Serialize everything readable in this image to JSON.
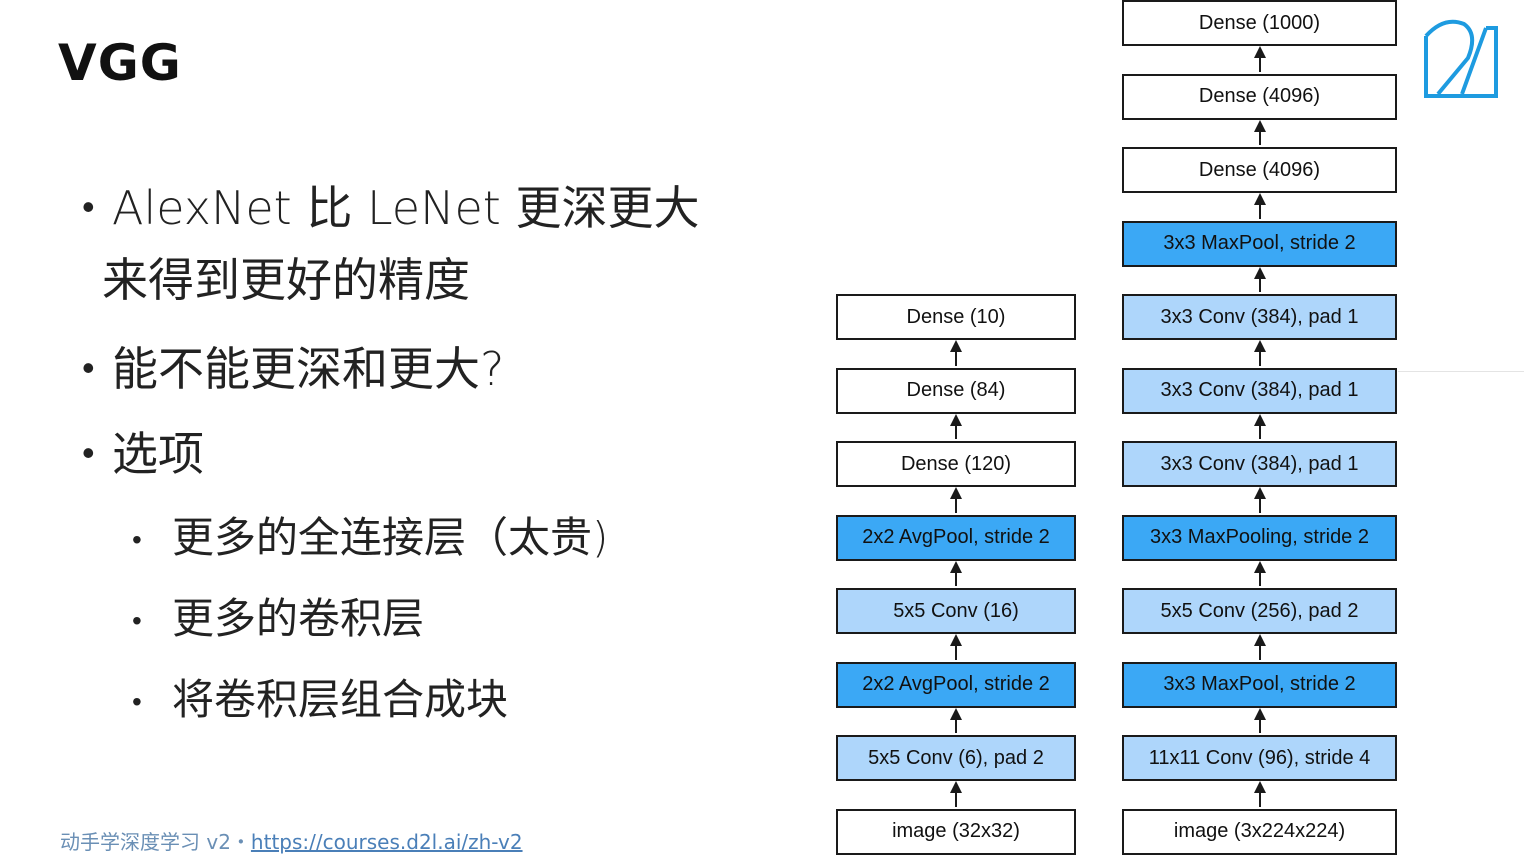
{
  "slide": {
    "title": "VGG",
    "bullets": [
      {
        "level": 1,
        "lines": [
          "AlexNet 比 LeNet 更深更大",
          "来得到更好的精度"
        ]
      },
      {
        "level": 1,
        "lines": [
          "能不能更深和更大?"
        ]
      },
      {
        "level": 1,
        "lines": [
          "选项"
        ]
      },
      {
        "level": 2,
        "lines": [
          "更多的全连接层（太贵)"
        ]
      },
      {
        "level": 2,
        "lines": [
          "更多的卷积层"
        ]
      },
      {
        "level": 2,
        "lines": [
          "将卷积层组合成块"
        ]
      }
    ],
    "bullet_dot": "•"
  },
  "footer": {
    "text": "动手学深度学习 v2・",
    "link": "https://courses.d2l.ai/zh-v2"
  },
  "logo": {
    "icon": "d2l-logo-icon",
    "color": "#1e9be0"
  },
  "colors": {
    "dense": "#ffffff",
    "conv": "#aed6fb",
    "pool": "#3ba8f5",
    "border": "#1a1a1a"
  },
  "diagram": {
    "lenet": [
      {
        "label": "Dense (10)",
        "style": "white"
      },
      {
        "label": "Dense (84)",
        "style": "white"
      },
      {
        "label": "Dense (120)",
        "style": "white"
      },
      {
        "label": "2x2 AvgPool, stride 2",
        "style": "dark"
      },
      {
        "label": "5x5 Conv (16)",
        "style": "light"
      },
      {
        "label": "2x2 AvgPool, stride 2",
        "style": "dark"
      },
      {
        "label": "5x5 Conv (6), pad 2",
        "style": "light"
      },
      {
        "label": "image (32x32)",
        "style": "white"
      }
    ],
    "alexnet": [
      {
        "label": "Dense (1000)",
        "style": "white"
      },
      {
        "label": "Dense (4096)",
        "style": "white"
      },
      {
        "label": "Dense (4096)",
        "style": "white"
      },
      {
        "label": "3x3 MaxPool, stride 2",
        "style": "dark"
      },
      {
        "label": "3x3 Conv (384), pad 1",
        "style": "light"
      },
      {
        "label": "3x3 Conv (384), pad 1",
        "style": "light"
      },
      {
        "label": "3x3 Conv (384), pad 1",
        "style": "light"
      },
      {
        "label": "3x3 MaxPooling, stride 2",
        "style": "dark"
      },
      {
        "label": "5x5 Conv (256), pad 2",
        "style": "light"
      },
      {
        "label": "3x3 MaxPool, stride 2",
        "style": "dark"
      },
      {
        "label": "11x11 Conv (96), stride 4",
        "style": "light"
      },
      {
        "label": "image (3x224x224)",
        "style": "white"
      }
    ]
  }
}
